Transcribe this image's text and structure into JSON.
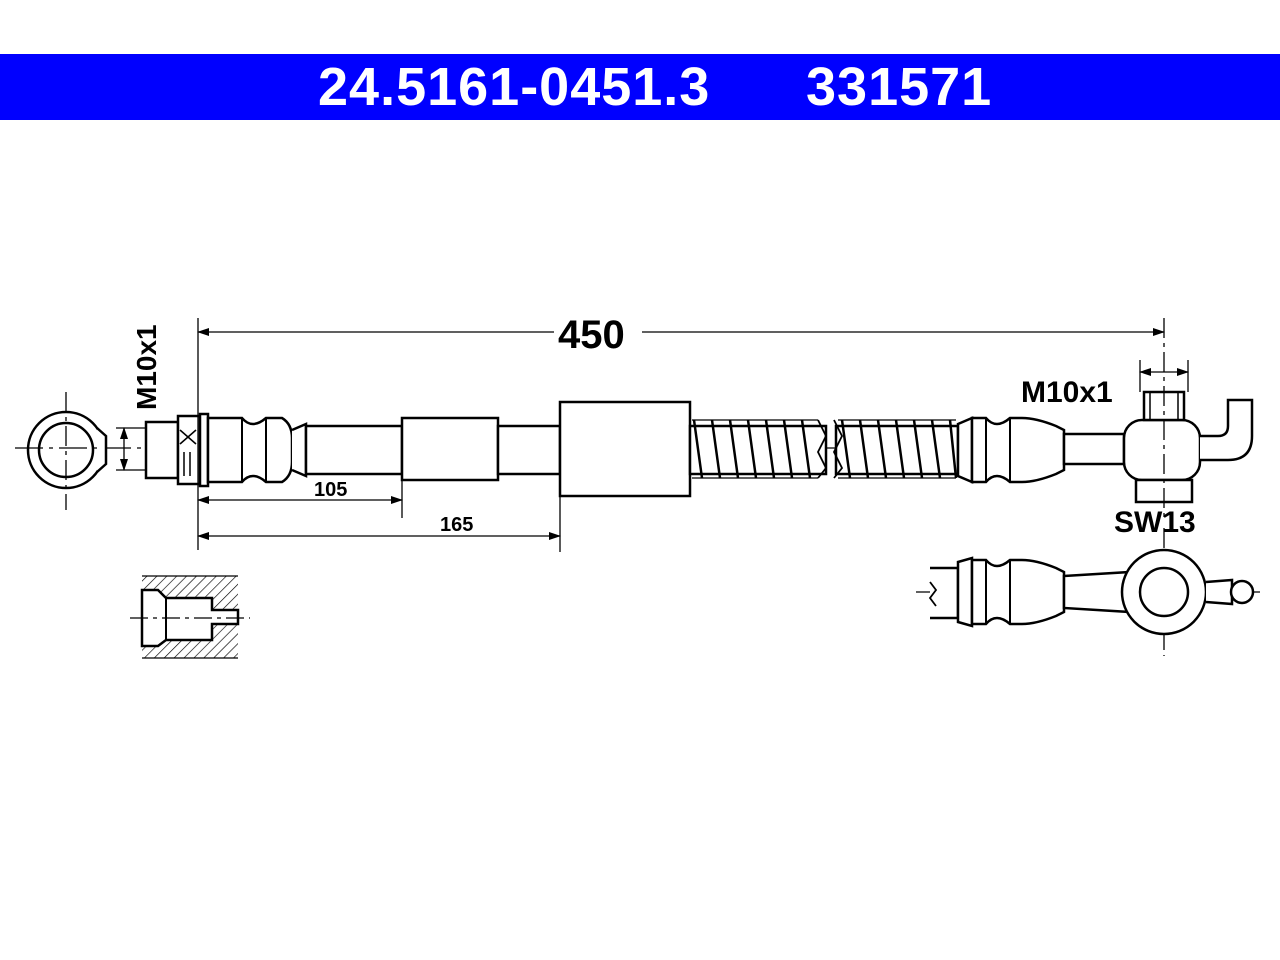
{
  "header": {
    "part_number": "24.5161-0451.3",
    "reference_number": "331571",
    "band_color": "#0000ff",
    "text_color": "#ffffff"
  },
  "dimensions": {
    "overall_length": "450",
    "dim_105": "105",
    "dim_165": "165",
    "thread_left": "M10x1",
    "thread_right": "M10x1",
    "wrench_size": "SW13"
  },
  "colors": {
    "line": "#000000",
    "fill": "#ffffff"
  }
}
